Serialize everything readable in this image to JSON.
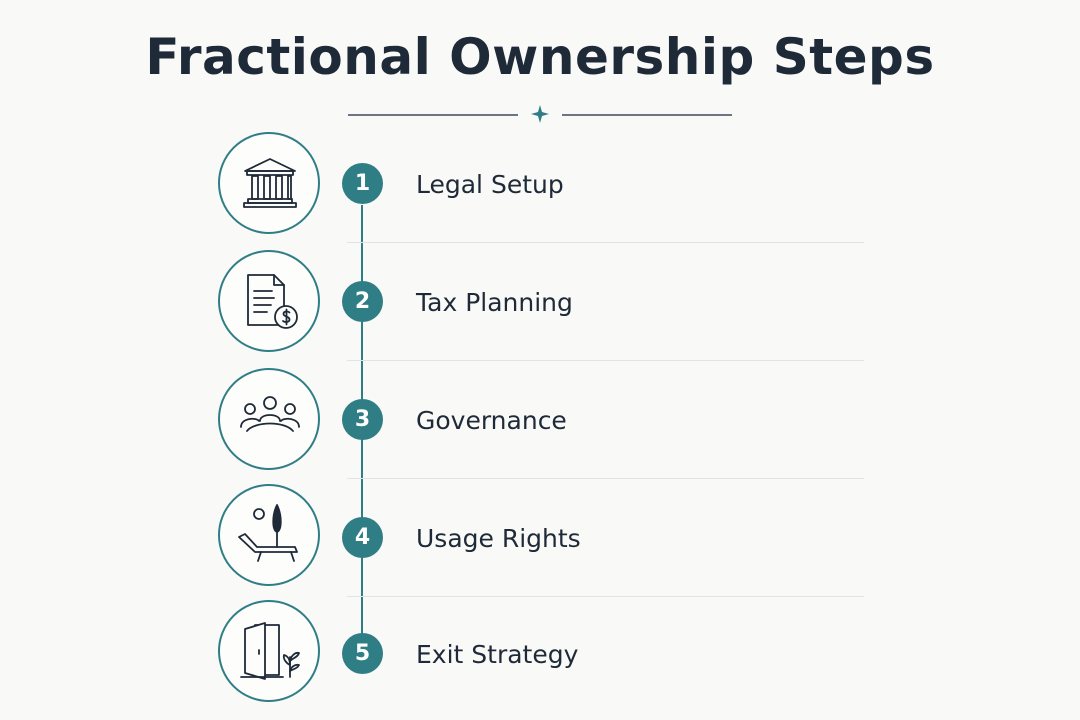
{
  "title": "Fractional Ownership Steps",
  "accent_color": "#2f7e86",
  "text_color": "#1f2a38",
  "steps": [
    {
      "number": "1",
      "label": "Legal Setup",
      "icon": "bank-building-icon"
    },
    {
      "number": "2",
      "label": "Tax Planning",
      "icon": "document-dollar-icon"
    },
    {
      "number": "3",
      "label": "Governance",
      "icon": "people-group-icon"
    },
    {
      "number": "4",
      "label": "Usage Rights",
      "icon": "lounge-chair-icon"
    },
    {
      "number": "5",
      "label": "Exit Strategy",
      "icon": "open-door-icon"
    }
  ]
}
